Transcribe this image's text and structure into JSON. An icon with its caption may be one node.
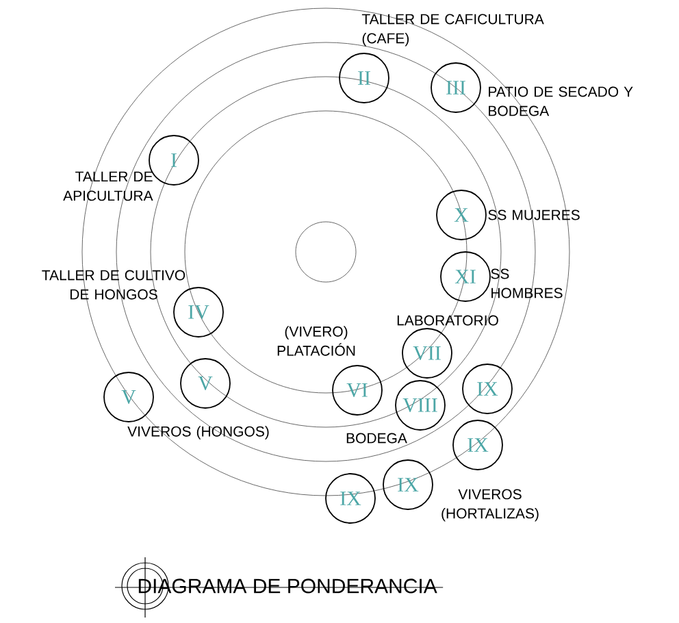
{
  "diagram": {
    "title": "DIAGRAMA DE PONDERANCIA",
    "nodes": [
      {
        "text": [
          "II"
        ],
        "beside": [
          "TALLER DE CAFICULTURA (CAFE)"
        ]
      },
      {
        "text": [
          "III"
        ],
        "beside": [
          "PATIO DE SECADO Y BODEGA"
        ]
      },
      {
        "text": [
          "I"
        ],
        "beside": [
          "TALLER DE APICULTURA"
        ]
      },
      {
        "text": [
          "X"
        ],
        "beside": [
          "SS MUJERES"
        ]
      },
      {
        "text": [
          "XI"
        ],
        "beside": [
          "SS HOMBRES"
        ]
      },
      {
        "text": [
          "IV"
        ],
        "beside": [
          "TALLER DE CULTIVO DE HONGOS"
        ]
      },
      {
        "text": [
          "VII"
        ],
        "beside": [
          "LABORATORIO"
        ]
      },
      {
        "text": [
          "V"
        ]
      },
      {
        "text": [
          "V"
        ]
      },
      {
        "text": [
          "VI"
        ],
        "beside": [
          "(VIVERO) PLATACIÓN"
        ]
      },
      {
        "text": [
          "VIII"
        ],
        "beside": [
          "BODEGA"
        ]
      },
      {
        "text": [
          "IX"
        ]
      },
      {
        "text": [
          "IX"
        ]
      },
      {
        "text": [
          "IX"
        ]
      },
      {
        "text": [
          "IX"
        ]
      }
    ],
    "edges": [],
    "labels": [
      "VIVEROS (HONGOS)",
      "VIVEROS (HORTALIZAS)"
    ]
  }
}
